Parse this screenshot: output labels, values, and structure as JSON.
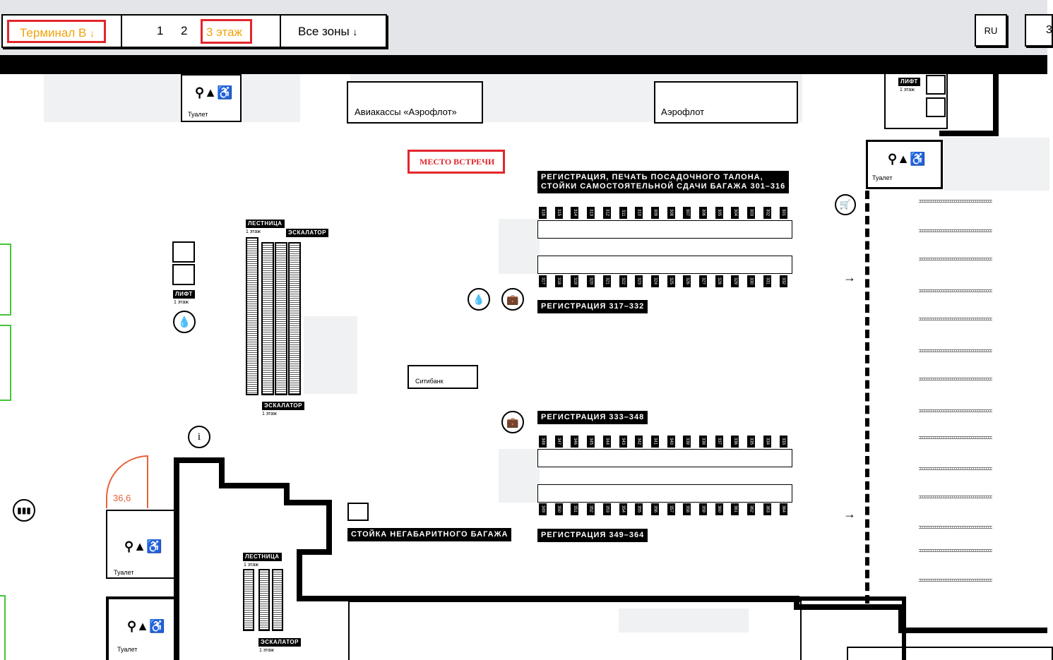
{
  "toolbar": {
    "terminal": "Терминал B",
    "terminal_arrow": "↓",
    "floors": [
      "1",
      "2"
    ],
    "current_floor": "3 этаж",
    "zones": "Все зоны",
    "zones_arrow": "↓",
    "lang": "RU",
    "extra": "3"
  },
  "map": {
    "meeting_point": "МЕСТО ВСТРЕЧИ",
    "aeroflot_tickets": "Авиакассы «Аэрофлот»",
    "aeroflot": "Аэрофлот",
    "toilet": "Туалет",
    "lift": "ЛИФТ",
    "first_floor": "1 этаж",
    "stairs": "ЛЕСТНИЦА",
    "escalator": "ЭСКАЛАТОР",
    "citibank": "Ситибанк",
    "oversize": "СТОЙКА НЕГАБАРИТНОГО БАГАЖА",
    "checkin_301_316_line1": "РЕГИСТРАЦИЯ, ПЕЧАТЬ ПОСАДОЧНОГО ТАЛОНА,",
    "checkin_301_316_line2": "СТОЙКИ САМОСТОЯТЕЛЬНОЙ СДАЧИ БАГАЖА 301–316",
    "checkin_317_332": "РЕГИСТРАЦИЯ 317–332",
    "checkin_333_348": "РЕГИСТРАЦИЯ 333–348",
    "checkin_349_364": "РЕГИСТРАЦИЯ 349–364",
    "zone_value": "36,6",
    "info": "i",
    "arrow": "→",
    "counters_row1": [
      "316",
      "315",
      "314",
      "313",
      "312",
      "311",
      "310",
      "309",
      "308",
      "307",
      "306",
      "305",
      "304",
      "303",
      "302",
      "301"
    ],
    "counters_row2": [
      "317",
      "318",
      "319",
      "320",
      "321",
      "322",
      "323",
      "324",
      "325",
      "326",
      "327",
      "328",
      "329",
      "330",
      "331",
      "332"
    ],
    "counters_row3": [
      "348",
      "347",
      "346",
      "345",
      "344",
      "343",
      "342",
      "341",
      "340",
      "339",
      "338",
      "337",
      "336",
      "335",
      "334",
      "333"
    ],
    "counters_row4": [
      "349",
      "350",
      "351",
      "352",
      "353",
      "354",
      "355",
      "356",
      "357",
      "358",
      "359",
      "360",
      "361",
      "362",
      "363",
      "364"
    ]
  },
  "colors": {
    "accent": "#f2a20c",
    "highlight": "#e3262b",
    "zone": "#e8623a",
    "green": "#45c33b"
  }
}
